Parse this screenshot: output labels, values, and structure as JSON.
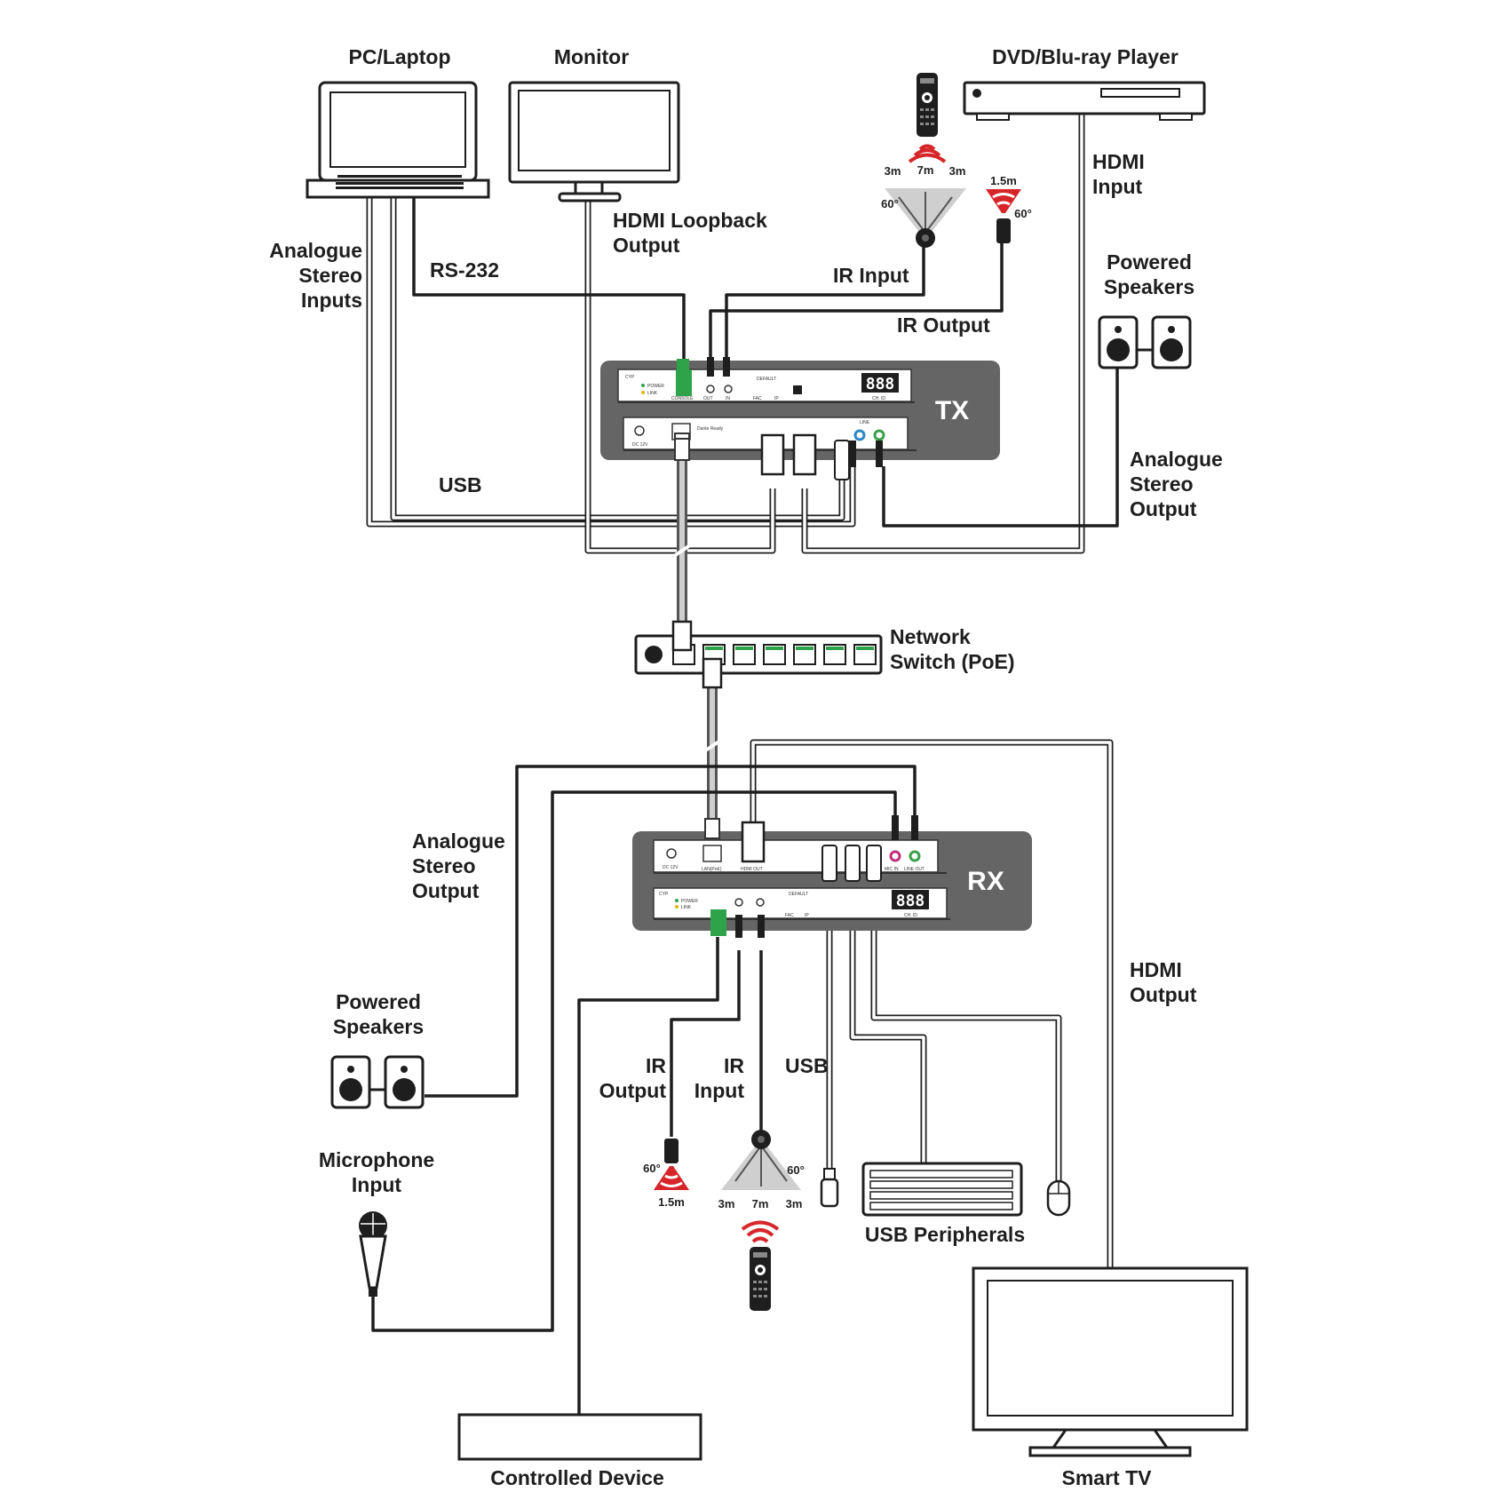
{
  "labels": {
    "pc_laptop": "PC/Laptop",
    "monitor": "Monitor",
    "dvd_player": "DVD/Blu-ray Player",
    "hdmi_input": [
      "HDMI",
      "Input"
    ],
    "hdmi_loopback": [
      "HDMI Loopback",
      "Output"
    ],
    "analogue_stereo_inputs": [
      "Analogue",
      "Stereo",
      "Inputs"
    ],
    "rs232": "RS-232",
    "ir_input_tx": "IR Input",
    "ir_output_tx": "IR Output",
    "powered_speakers_tx": [
      "Powered",
      "Speakers"
    ],
    "analogue_stereo_output_tx": [
      "Analogue",
      "Stereo",
      "Output"
    ],
    "usb_tx": "USB",
    "tx": "TX",
    "network_switch": [
      "Network",
      "Switch (PoE)"
    ],
    "rx": "RX",
    "analogue_stereo_output_rx": [
      "Analogue",
      "Stereo",
      "Output"
    ],
    "powered_speakers_rx": [
      "Powered",
      "Speakers"
    ],
    "microphone_input": [
      "Microphone",
      "Input"
    ],
    "ir_output_rx": [
      "IR",
      "Output"
    ],
    "ir_input_rx": [
      "IR",
      "Input"
    ],
    "usb_rx": "USB",
    "usb_peripherals": "USB Peripherals",
    "hdmi_output": [
      "HDMI",
      "Output"
    ],
    "controlled_device": "Controlled Device",
    "smart_tv": "Smart TV"
  },
  "ir_specs": {
    "side": "3m",
    "center": "7m",
    "angle": "60°",
    "emitter_range": "1.5m"
  },
  "panel_text": {
    "power": "POWER",
    "link": "LINK",
    "console": "CONSOLE",
    "out": "OUT",
    "in": "IN",
    "default": "DEFAULT",
    "fac": "FAC",
    "ip": "IP",
    "ch_id": "CH. ID",
    "display": "888",
    "dante": "Dante Ready",
    "dc12v": "DC 12V",
    "line": "LINE",
    "lan_poe": "LAN(PoE)",
    "hdmi_out": "HDMI OUT",
    "mic_in": "MIC IN",
    "line_out": "LINE OUT"
  },
  "colors": {
    "unit_body": "#656565",
    "cable": "#1e1e1e",
    "terminal_green": "#2fa34a",
    "ir_red": "#d6262a",
    "jack_blue": "#2b87c9",
    "jack_green": "#3aa04a",
    "jack_pink": "#c0307a"
  }
}
